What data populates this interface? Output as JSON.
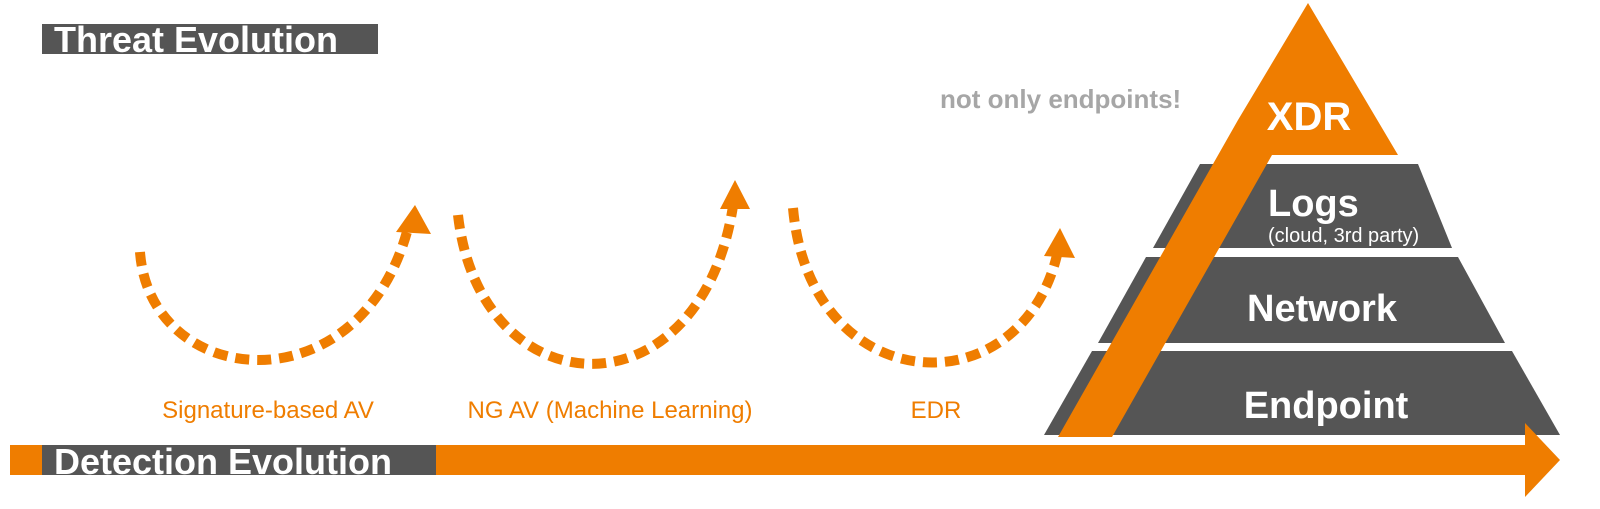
{
  "threat_title": "Threat Evolution",
  "detection_title": "Detection Evolution",
  "stages": [
    {
      "label": "Signature-based AV"
    },
    {
      "label": "NG AV (Machine Learning)"
    },
    {
      "label": "EDR"
    }
  ],
  "note": "not only endpoints!",
  "pyramid": {
    "apex": "XDR",
    "layers": [
      {
        "label": "Logs",
        "sublabel": "(cloud, 3rd party)"
      },
      {
        "label": "Network"
      },
      {
        "label": "Endpoint"
      }
    ]
  },
  "colors": {
    "orange": "#ef7d00",
    "gray": "#555555",
    "note_gray": "#a6a6a6",
    "white": "#ffffff"
  }
}
